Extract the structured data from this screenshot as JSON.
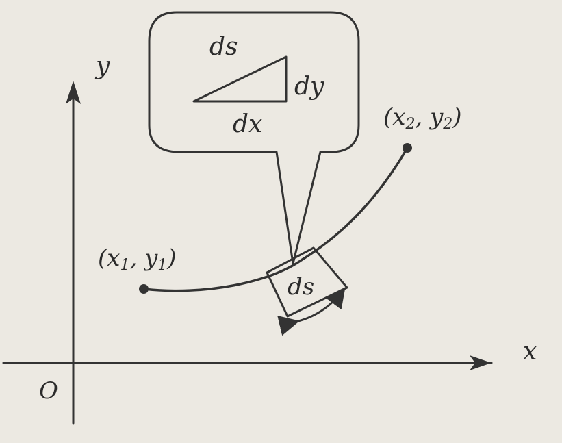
{
  "labels": {
    "y_axis": "y",
    "x_axis": "x",
    "origin": "O",
    "point1": {
      "x": "x",
      "x_sub": "1",
      "sep": ", ",
      "y": "y",
      "y_sub": "1"
    },
    "point2": {
      "x": "x",
      "x_sub": "2",
      "sep": ", ",
      "y": "y",
      "y_sub": "2"
    },
    "arc_element": "ds",
    "triangle_hyp": "ds",
    "triangle_rise": "dy",
    "triangle_run": "dx"
  }
}
